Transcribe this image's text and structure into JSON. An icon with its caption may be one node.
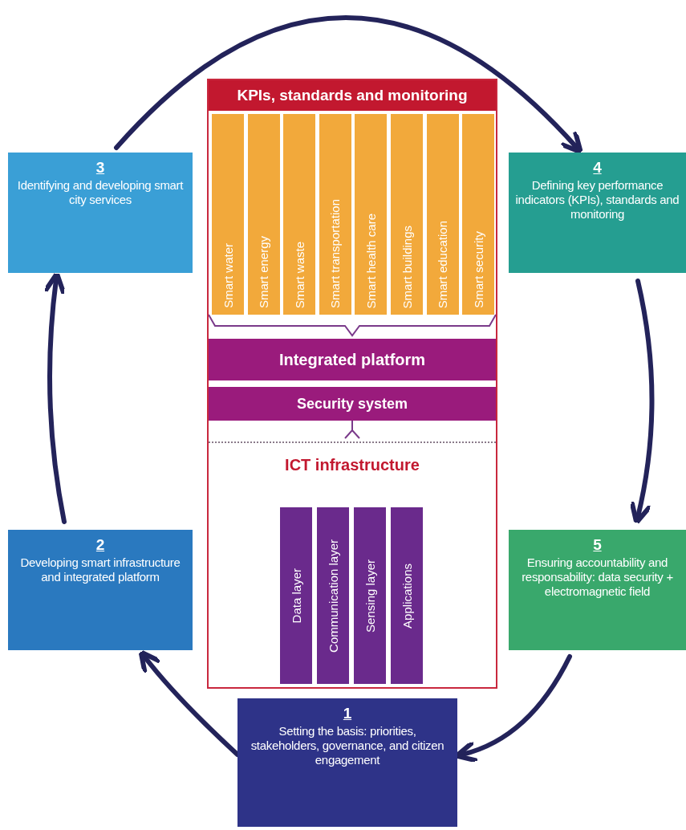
{
  "diagram": {
    "nodes": [
      {
        "text": [
          "1",
          "Setting the basis: priorities, stakeholders, governance, and citizen engagement"
        ]
      },
      {
        "text": [
          "2",
          "Developing smart infrastructure and integrated platform"
        ]
      },
      {
        "text": [
          "3",
          "Identifying and developing smart city services"
        ]
      },
      {
        "text": [
          "4",
          "Defining key performance indicators (KPIs), standards and monitoring"
        ]
      },
      {
        "text": [
          "5",
          "Ensuring accountability and responsability: data security + electromagnetic field"
        ]
      },
      {
        "text": [
          "KPIs, standards and monitoring"
        ]
      },
      {
        "text": [
          "Smart water"
        ],
        "in": 5
      },
      {
        "text": [
          "Smart energy"
        ],
        "in": 5
      },
      {
        "text": [
          "Smart waste"
        ],
        "in": 5
      },
      {
        "text": [
          "Smart transportation"
        ],
        "in": 5
      },
      {
        "text": [
          "Smart health care"
        ],
        "in": 5
      },
      {
        "text": [
          "Smart buildings"
        ],
        "in": 5
      },
      {
        "text": [
          "Smart education"
        ],
        "in": 5
      },
      {
        "text": [
          "Smart security"
        ],
        "in": 5
      },
      {
        "text": [
          "Integrated platform"
        ],
        "in": 5
      },
      {
        "text": [
          "Security system"
        ],
        "in": 5
      },
      {
        "text": [
          "ICT infrastructure"
        ],
        "in": 5
      },
      {
        "text": [
          "Data layer"
        ],
        "in": 16
      },
      {
        "text": [
          "Communication layer"
        ],
        "in": 16
      },
      {
        "text": [
          "Sensing layer"
        ],
        "in": 16
      },
      {
        "text": [
          "Applications"
        ],
        "in": 16
      }
    ],
    "edges": [
      {
        "from": 0,
        "to": 1,
        "arrow": "to"
      },
      {
        "from": 1,
        "to": 2,
        "arrow": "to"
      },
      {
        "from": 2,
        "to": 3,
        "arrow": "to"
      },
      {
        "from": 3,
        "to": 4,
        "arrow": "to"
      },
      {
        "from": 4,
        "to": 0,
        "arrow": "to"
      }
    ]
  }
}
